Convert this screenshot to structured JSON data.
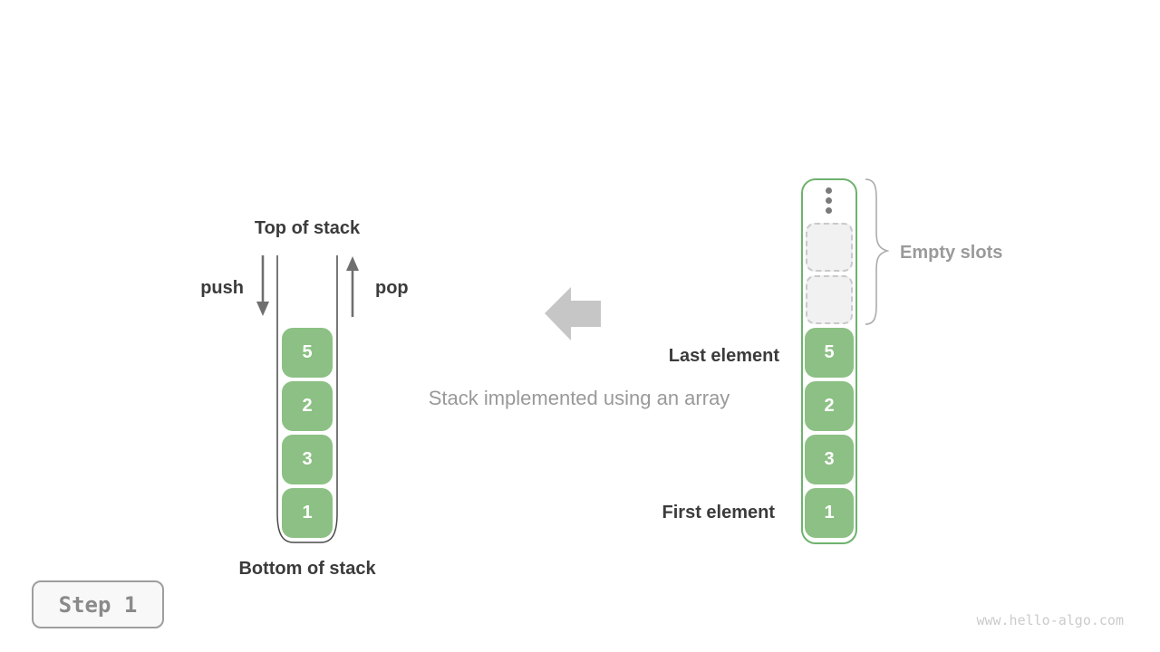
{
  "left_stack": {
    "top_label": "Top of stack",
    "bottom_label": "Bottom of stack",
    "push_label": "push",
    "pop_label": "pop",
    "cells": [
      "5",
      "2",
      "3",
      "1"
    ]
  },
  "center": {
    "caption": "Stack implemented using an array",
    "arrow_direction": "left"
  },
  "right_array": {
    "empty_slots_label": "Empty slots",
    "empty_slot_count": 2,
    "last_element_label": "Last element",
    "first_element_label": "First element",
    "cells": [
      "5",
      "2",
      "3",
      "1"
    ]
  },
  "footer": {
    "step_label": "Step 1",
    "watermark": "www.hello-algo.com"
  },
  "colors": {
    "cell_green": "#8cc084",
    "array_border_green": "#6eb26e",
    "dark_text": "#3b3b3b",
    "gray_text": "#9a9a9a",
    "block_arrow_gray": "#c6c6c6",
    "slot_fill": "#f1f1f1",
    "slot_border": "#c9c9c9"
  }
}
